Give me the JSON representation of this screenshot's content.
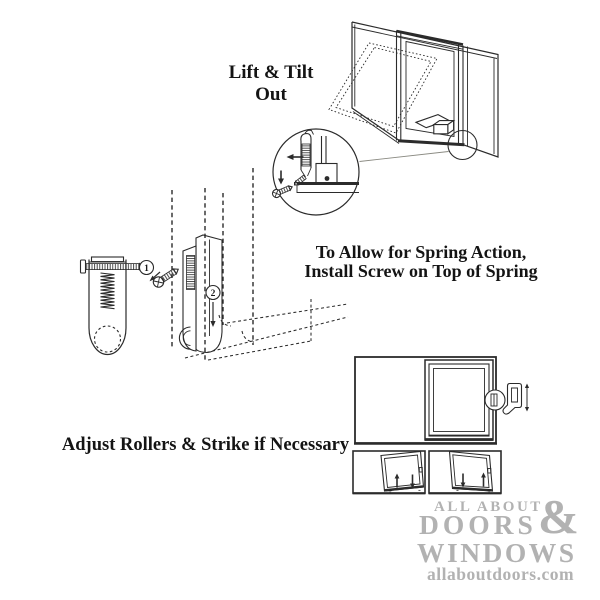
{
  "instructions": {
    "lift_tilt_line1": "Lift & Tilt",
    "lift_tilt_line2": "Out",
    "spring_line1": "To Allow for Spring Action,",
    "spring_line2": "Install Screw on Top of Spring",
    "adjust": "Adjust Rollers & Strike if Necessary"
  },
  "steps": {
    "one": "1",
    "two": "2"
  },
  "marks": {
    "lw_up": "+",
    "lw_down": "-",
    "rw_down": "-",
    "rw_up": "+"
  },
  "logo": {
    "top": "ALL ABOUT",
    "amp": "&",
    "mid": "DOORS",
    "bottom": "WINDOWS",
    "url": "allaboutdoors.com"
  },
  "colors": {
    "line": "#2b2b2b",
    "logo_gray": "#b2b2b2",
    "text": "#141414"
  }
}
